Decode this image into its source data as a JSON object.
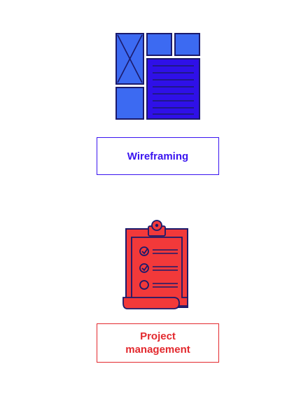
{
  "services": [
    {
      "title": "Wireframing",
      "icon": "wireframe-layout-icon",
      "color": "#3a14f0"
    },
    {
      "title_lines": [
        "Project",
        "management"
      ],
      "icon": "clipboard-checklist-icon",
      "color": "#e3292e"
    }
  ],
  "colors": {
    "blue_dark": "#2f10e8",
    "blue_light": "#3c6af2",
    "navy_outline": "#1b1a6b",
    "red_fill": "#f2393a",
    "red_text": "#e3292e",
    "background": "#ffffff"
  }
}
